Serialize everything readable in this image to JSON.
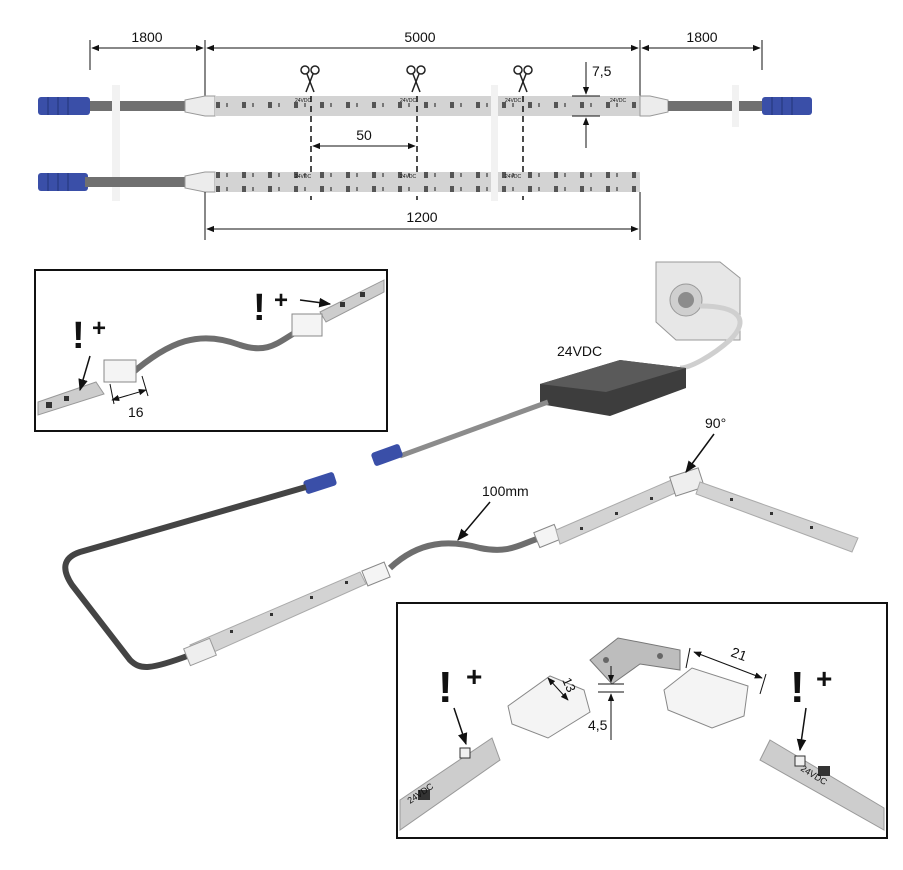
{
  "dimensions": {
    "left_cable": "1800",
    "strip_length": "5000",
    "right_cable": "1800",
    "strip_width": "7,5",
    "cut_interval": "50",
    "short_strip": "1200"
  },
  "strip_marking": "24VDC",
  "power_supply_label": "24VDC",
  "bend_radius_label": "100mm",
  "angle_label": "90°",
  "inset_top": {
    "connector_length": "16",
    "warning_symbol": "!",
    "plus_symbol": "+"
  },
  "inset_bottom": {
    "clip_width": "13",
    "clip_length": "21",
    "gap": "4,5",
    "warning_symbol": "!",
    "plus_symbol": "+"
  },
  "colors": {
    "connector_blue": "#3a4fa8",
    "cable_gray": "#6e6e6e",
    "strip_gray": "#cfcfcf",
    "led_dark": "#3a3a3a",
    "psu_dark": "#3d3d3d"
  },
  "icons": [
    "scissors-icon",
    "warning-icon",
    "plus-icon",
    "arrow-icon"
  ]
}
